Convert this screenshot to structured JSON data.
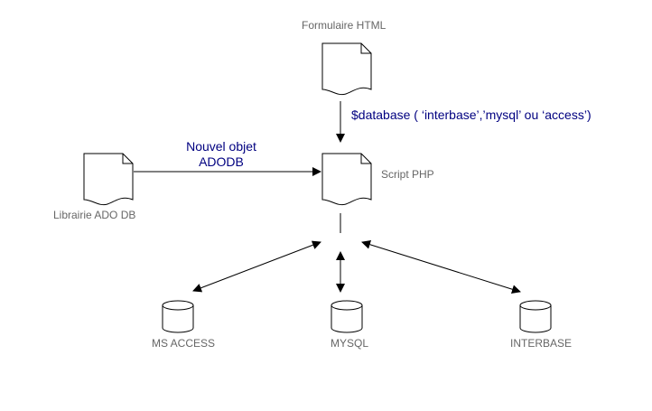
{
  "diagram": {
    "nodes": {
      "form": {
        "label": "Formulaire HTML"
      },
      "script": {
        "label": "Script PHP"
      },
      "library": {
        "label": "Librairie ADO DB"
      },
      "access": {
        "label": "MS ACCESS"
      },
      "mysql": {
        "label": "MYSQL"
      },
      "interbase": {
        "label": "INTERBASE"
      }
    },
    "edges": {
      "form_to_script": {
        "label": "$database ( ‘interbase’,’mysql’ ou ‘access’)"
      },
      "library_to_script": {
        "label_line1": "Nouvel objet",
        "label_line2": "ADODB"
      }
    },
    "colors": {
      "stroke": "#000000",
      "label": "#666666",
      "annotation": "#000080"
    }
  }
}
